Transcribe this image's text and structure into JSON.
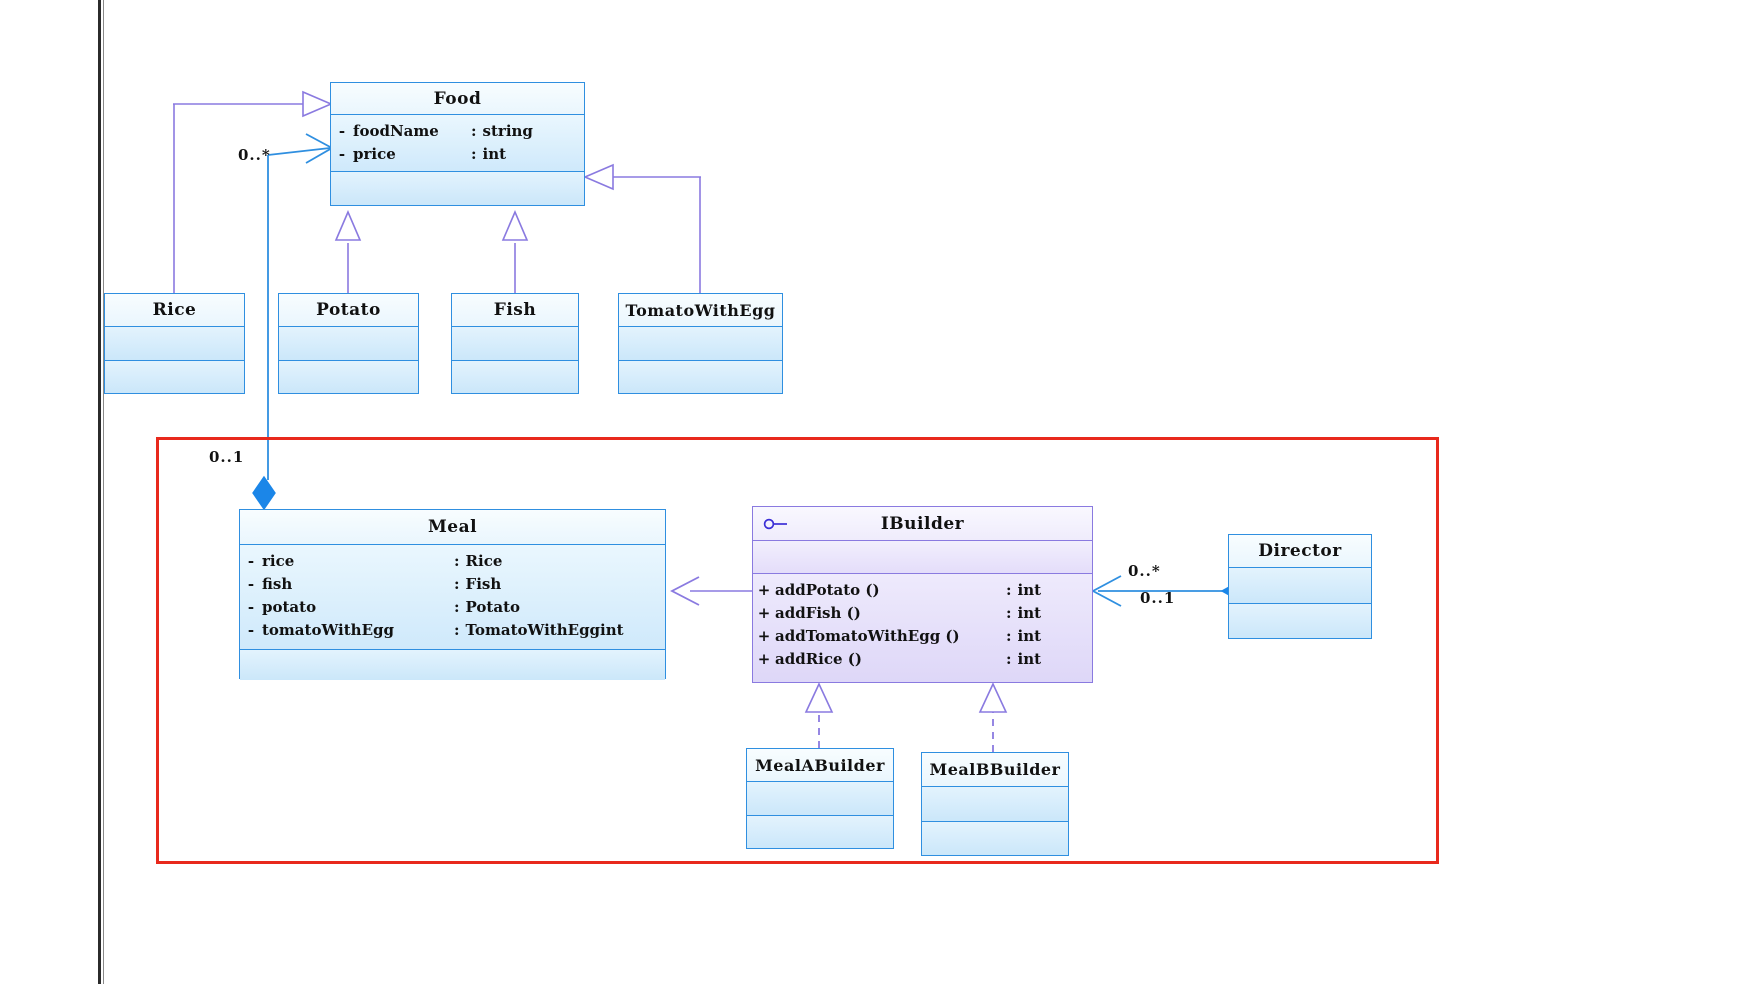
{
  "diagram": {
    "kind": "uml-class-diagram",
    "colors": {
      "class_border": "#2f8fe0",
      "class_fill": "#d9eefc",
      "interface_border": "#8a7ae0",
      "interface_fill": "#ddd6f8",
      "relation_line": "#8a7ae0",
      "association_line": "#2f8fe0",
      "highlight_frame": "#e8291c",
      "diamond_fill": "#1b86e8"
    },
    "classes": {
      "food": {
        "name": "Food",
        "attributes": [
          {
            "visibility": "-",
            "name": "foodName",
            "sep": ":",
            "type": "string"
          },
          {
            "visibility": "-",
            "name": "price",
            "sep": ":",
            "type": "int"
          }
        ],
        "operations": []
      },
      "rice": {
        "name": "Rice",
        "attributes": [],
        "operations": []
      },
      "potato": {
        "name": "Potato",
        "attributes": [],
        "operations": []
      },
      "fish": {
        "name": "Fish",
        "attributes": [],
        "operations": []
      },
      "tomato_with_egg": {
        "name": "TomatoWithEgg",
        "attributes": [],
        "operations": []
      },
      "meal": {
        "name": "Meal",
        "attributes": [
          {
            "visibility": "-",
            "name": "rice",
            "sep": ":",
            "type": "Rice"
          },
          {
            "visibility": "-",
            "name": "fish",
            "sep": ":",
            "type": "Fish"
          },
          {
            "visibility": "-",
            "name": "potato",
            "sep": ":",
            "type": "Potato"
          },
          {
            "visibility": "-",
            "name": "tomatoWithEgg",
            "sep": ":",
            "type": "TomatoWithEggint"
          }
        ],
        "operations": []
      },
      "ibuilder": {
        "name": "IBuilder",
        "stereotype_icon": "interface-lollipop-icon",
        "attributes": [],
        "operations": [
          {
            "visibility": "+",
            "name": "addPotato ()",
            "sep": ":",
            "type": "int"
          },
          {
            "visibility": "+",
            "name": "addFish ()",
            "sep": ":",
            "type": "int"
          },
          {
            "visibility": "+",
            "name": "addTomatoWithEgg ()",
            "sep": ":",
            "type": "int"
          },
          {
            "visibility": "+",
            "name": "addRice ()",
            "sep": ":",
            "type": "int"
          }
        ]
      },
      "meal_a_builder": {
        "name": "MealABuilder",
        "attributes": [],
        "operations": []
      },
      "meal_b_builder": {
        "name": "MealBBuilder",
        "attributes": [],
        "operations": []
      },
      "director": {
        "name": "Director",
        "attributes": [],
        "operations": []
      }
    },
    "multiplicities": {
      "food_meal_source": "0..*",
      "food_meal_target": "0..1",
      "director_source": "0..*",
      "director_target": "0..1"
    },
    "relations": [
      {
        "type": "generalization",
        "from": "Rice",
        "to": "Food"
      },
      {
        "type": "generalization",
        "from": "Potato",
        "to": "Food"
      },
      {
        "type": "generalization",
        "from": "Fish",
        "to": "Food"
      },
      {
        "type": "generalization",
        "from": "TomatoWithEgg",
        "to": "Food"
      },
      {
        "type": "composition",
        "from": "Meal",
        "to": "Food",
        "source_mult": "0..*",
        "target_mult": "0..1"
      },
      {
        "type": "association",
        "from": "IBuilder",
        "to": "Meal"
      },
      {
        "type": "realization",
        "from": "MealABuilder",
        "to": "IBuilder"
      },
      {
        "type": "realization",
        "from": "MealBBuilder",
        "to": "IBuilder"
      },
      {
        "type": "composition",
        "from": "Director",
        "to": "IBuilder",
        "source_mult": "0..*",
        "target_mult": "0..1"
      }
    ]
  }
}
